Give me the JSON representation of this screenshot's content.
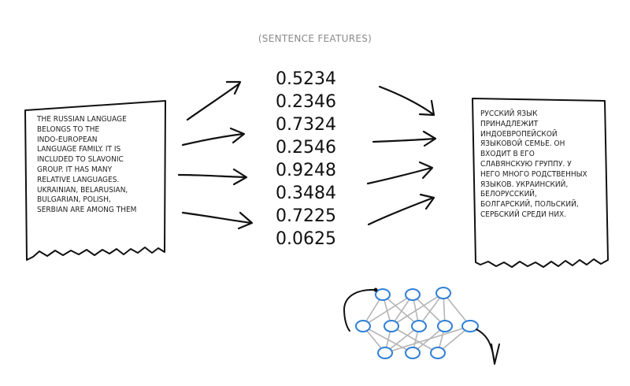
{
  "heading": "(SENTENCE FEATURES)",
  "source_text": "THE RUSSIAN LANGUAGE\nBELONGS TO THE\nINDO-EUROPEAN\nLANGUAGE FAMILY. IT IS\nINCLUDED TO SLAVONIC\nGROUP. IT HAS MANY\nRELATIVE LANGUAGES.\nUKRAINIAN, BELARUSIAN,\nBULGARIAN, POLISH,\nSERBIAN ARE AMONG THEM",
  "target_text": "РУССКИЙ ЯЗЫК\nПРИНАДЛЕЖИТ\nИНДОЕВРОПЕЙСКОЙ\nЯЗЫКОВОЙ СЕМЬЕ. ОН\nВХОДИТ В ЕГО\nСЛАВЯНСКУЮ ГРУППУ. У\nНЕГО МНОГО РОДСТВЕННЫХ\nЯЗЫКОВ. УКРАИНСКИЙ,\nБЕЛОРУССКИЙ,\nБОЛГАРСКИЙ, ПОЛЬСКИЙ,\nСЕРБСКИЙ СРЕДИ НИХ.",
  "features": [
    "0.5234",
    "0.2346",
    "0.7324",
    "0.2546",
    "0.9248",
    "0.3484",
    "0.7225",
    "0.0625"
  ],
  "colors": {
    "ink": "#111111",
    "node": "#2f7fd6",
    "edge": "#b5b5b5",
    "heading": "#8a8a8a"
  }
}
